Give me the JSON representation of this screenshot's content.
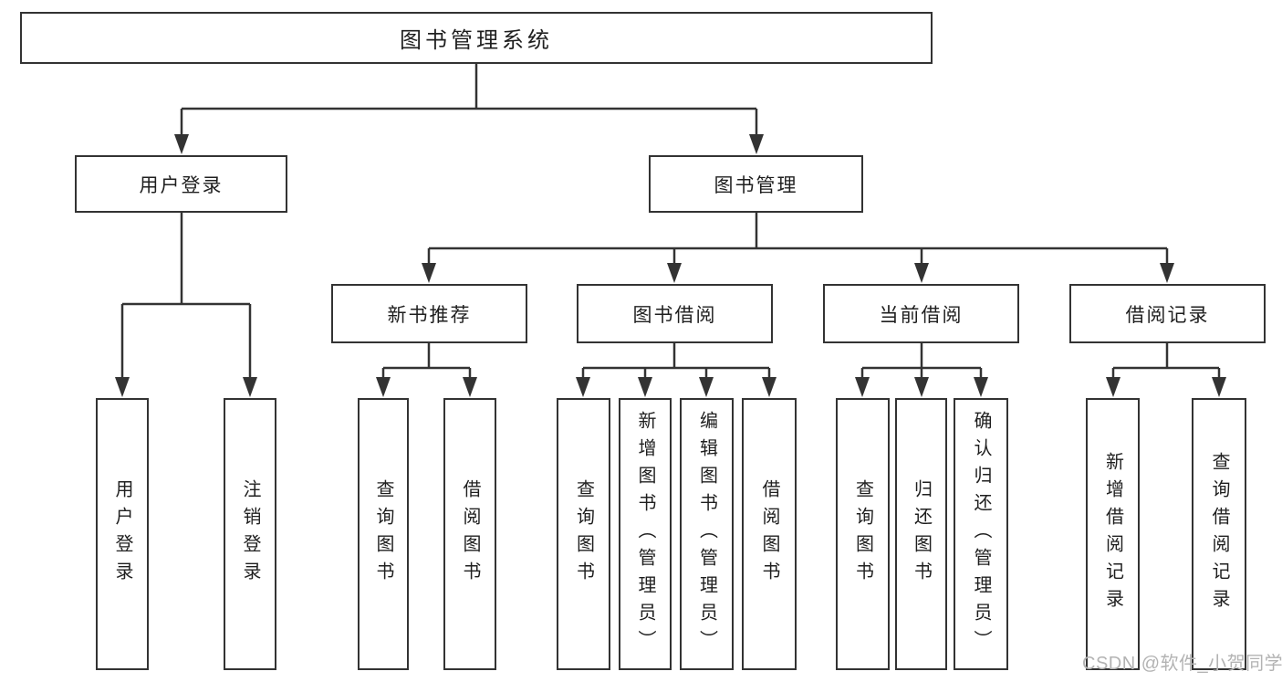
{
  "tree": {
    "label": "图书管理系统",
    "children": [
      {
        "label": "用户登录",
        "children": [
          {
            "label": "用户登录"
          },
          {
            "label": "注销登录"
          }
        ]
      },
      {
        "label": "图书管理",
        "children": [
          {
            "label": "新书推荐",
            "children": [
              {
                "label": "查询图书"
              },
              {
                "label": "借阅图书"
              }
            ]
          },
          {
            "label": "图书借阅",
            "children": [
              {
                "label": "查询图书"
              },
              {
                "label": "新增图书（管理员）"
              },
              {
                "label": "编辑图书（管理员）"
              },
              {
                "label": "借阅图书"
              }
            ]
          },
          {
            "label": "当前借阅",
            "children": [
              {
                "label": "查询图书"
              },
              {
                "label": "归还图书"
              },
              {
                "label": "确认归还（管理员）"
              }
            ]
          },
          {
            "label": "借阅记录",
            "children": [
              {
                "label": "新增借阅记录"
              },
              {
                "label": "查询借阅记录"
              }
            ]
          }
        ]
      }
    ]
  },
  "watermark": {
    "text": "CSDN @软件_小贺同学"
  },
  "colors": {
    "line": "#333333",
    "text": "#1f1f1f",
    "watermark": "#b3b3b3",
    "background": "#ffffff"
  }
}
